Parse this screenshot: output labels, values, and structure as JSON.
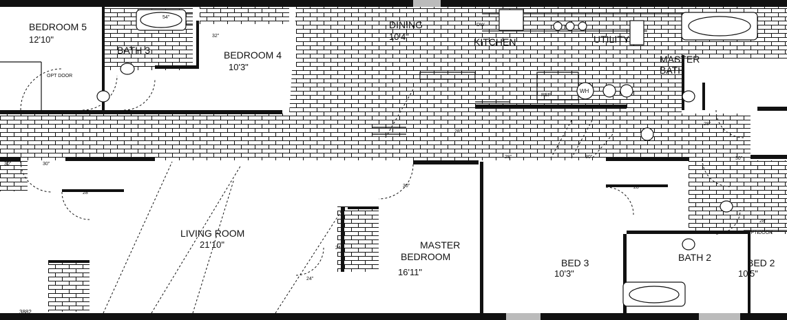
{
  "rooms": [
    {
      "key": "bedroom5",
      "name": "BEDROOM 5",
      "size": "12'10\""
    },
    {
      "key": "bath3",
      "name": "BATH 3",
      "size": ""
    },
    {
      "key": "bedroom4",
      "name": "BEDROOM 4",
      "size": "10'3\""
    },
    {
      "key": "dining",
      "name": "DINING",
      "size": "10'4\""
    },
    {
      "key": "kitchen",
      "name": "KITCHEN",
      "size": ""
    },
    {
      "key": "utility",
      "name": "UTILITY",
      "size": ""
    },
    {
      "key": "master_bath_name",
      "name": "MASTER",
      "size": "BATH"
    },
    {
      "key": "living",
      "name": "LIVING ROOM",
      "size": "21'10\""
    },
    {
      "key": "master_bed",
      "name": "MASTER",
      "size": "BEDROOM"
    },
    {
      "key": "master_bed_size",
      "name": "16'11\"",
      "size": ""
    },
    {
      "key": "bed3",
      "name": "BED 3",
      "size": "10'3\""
    },
    {
      "key": "bath2",
      "name": "BATH 2",
      "size": ""
    },
    {
      "key": "bed2",
      "name": "BED 2",
      "size": "10'5\""
    }
  ],
  "annotations": {
    "opt_door_1": "OPT DOOR",
    "opt_door_2": "OPT DOOR",
    "wh": "WH",
    "ref": "REF",
    "dw": "DW",
    "tub_54": "54\"",
    "model": "3882"
  },
  "door_widths": {
    "d30": "30\"",
    "d28": "28\"",
    "d24": "24\"",
    "d32": "32\""
  }
}
